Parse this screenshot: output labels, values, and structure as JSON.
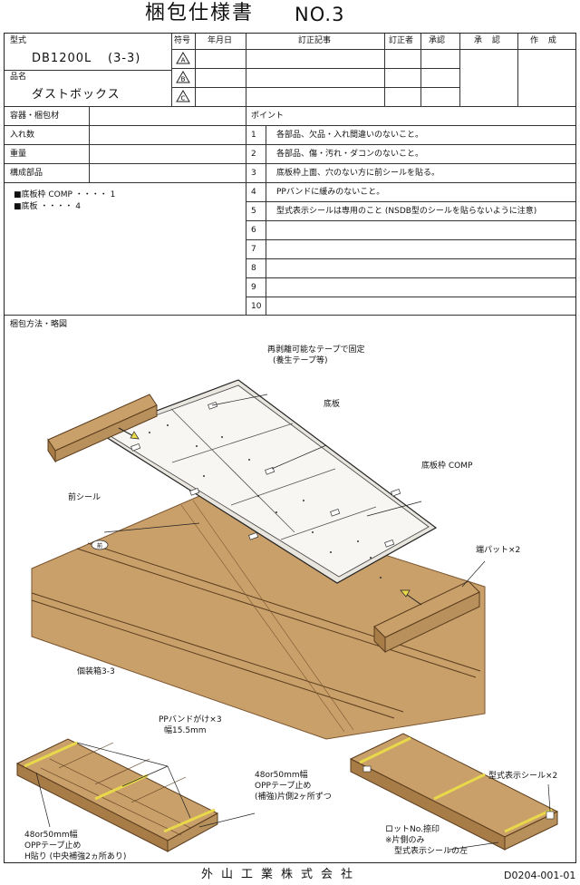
{
  "header": {
    "title": "梱包仕様書",
    "number": "NO.3"
  },
  "model": {
    "label": "型式",
    "value": "DB1200L",
    "suffix": "(3-3)"
  },
  "product": {
    "label": "品名",
    "value": "ダストボックス"
  },
  "revision_table": {
    "col_symbol": "符号",
    "col_date": "年月日",
    "col_content": "訂正記事",
    "col_editor": "訂正者",
    "col_approve": "承認",
    "rows": [
      "A",
      "B",
      "C"
    ]
  },
  "approval": {
    "approve_label": "承 認",
    "create_label": "作 成"
  },
  "left_info": {
    "container": "容器・梱包材",
    "quantity": "入れ数",
    "weight": "重量",
    "parts_label": "構成部品",
    "parts": [
      "■底板枠 COMP ・・・・ 1",
      "■底板 ・・・・ 4"
    ]
  },
  "points": {
    "label": "ポイント",
    "items": [
      {
        "no": "1",
        "text": "各部品、欠品・入れ間違いのないこと。"
      },
      {
        "no": "2",
        "text": "各部品、傷・汚れ・ダコンのないこと。"
      },
      {
        "no": "3",
        "text": "底板枠上面、穴のない方に前シールを貼る。"
      },
      {
        "no": "4",
        "text": "PPバンドに緩みのないこと。"
      },
      {
        "no": "5",
        "text": "型式表示シールは専用のこと (NSDB型のシールを貼らないように注意)"
      },
      {
        "no": "6",
        "text": ""
      },
      {
        "no": "7",
        "text": ""
      },
      {
        "no": "8",
        "text": ""
      },
      {
        "no": "9",
        "text": ""
      },
      {
        "no": "10",
        "text": ""
      }
    ]
  },
  "diagram": {
    "section_label": "梱包方法・略図",
    "tape_note_1": "再剥離可能なテープで固定",
    "tape_note_2": "(養生テープ等)",
    "bottom_plate": "底板",
    "frame_comp": "底板枠 COMP",
    "front_seal": "前シール",
    "seal_mark": "前",
    "end_pad": "端パット×2",
    "box_label": "個装箱3-3",
    "pp_band_1": "PPバンドがけ×3",
    "pp_band_2": "幅15.5mm",
    "tape_left_1": "48or50mm幅",
    "tape_left_2": "OPPテープ止め",
    "tape_left_3": "H貼り (中央補強2ヵ所あり)",
    "tape_mid_1": "48or50mm幅",
    "tape_mid_2": "OPPテープ止め",
    "tape_mid_3": "(補強)片側2ヶ所ずつ",
    "model_seal": "型式表示シール×2",
    "lot_1": "ロットNo.捺印",
    "lot_2": "※片側のみ",
    "lot_3": "型式表示シールの左"
  },
  "footer": {
    "company": "外山工業株式会社",
    "doc_code": "D0204-001-01"
  },
  "colors": {
    "cardboard": "#c9a06a",
    "cardboard_dark": "#a87c47",
    "tape": "#e8d84a",
    "line": "#222222"
  }
}
